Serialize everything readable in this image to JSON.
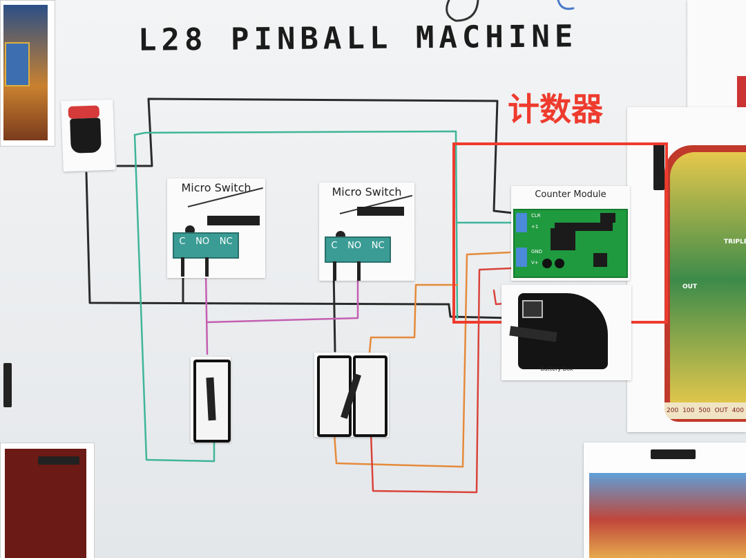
{
  "title": "L28 PINBALL MACHINE",
  "counter_label": "计数器",
  "micro_switch_1": {
    "label": "Micro Switch",
    "pins": [
      "C",
      "NO",
      "NC"
    ]
  },
  "micro_switch_2": {
    "label": "Micro Switch",
    "pins": [
      "C",
      "NO",
      "NC"
    ]
  },
  "counter_module": {
    "label": "Counter Module",
    "pin_labels": [
      "CLR",
      "+1",
      "GND",
      "V+"
    ]
  },
  "battery_box": {
    "label": "Battery Box"
  },
  "pinball_poster": {
    "labels": [
      "200",
      "100",
      "500",
      "OUT",
      "400",
      "TRIPLE",
      "OUT"
    ]
  },
  "colors": {
    "annotation_red": "#ee3b2e",
    "teal_wire": "#3fb59a",
    "pink_wire": "#c45fb1",
    "orange_wire": "#e58a3a",
    "red_wire": "#d9423a",
    "black_wire": "#2a2a2a",
    "switch_teal": "#3a9c95",
    "pcb_green": "#1f9a3e"
  }
}
